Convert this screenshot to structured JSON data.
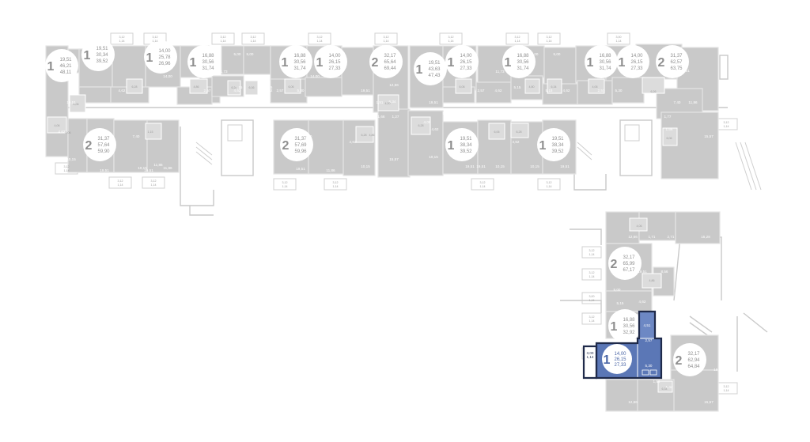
{
  "floor_plan": {
    "apartments": [
      {
        "id": "a01",
        "rooms": "1",
        "areas": [
          "19,51",
          "46,21",
          "48,11"
        ],
        "selected": false
      },
      {
        "id": "a02",
        "rooms": "1",
        "areas": [
          "19,51",
          "30,34",
          "39,52"
        ],
        "selected": false
      },
      {
        "id": "a03",
        "rooms": "1",
        "areas": [
          "14,00",
          "25,78",
          "26,96"
        ],
        "selected": false
      },
      {
        "id": "a04",
        "rooms": "1",
        "areas": [
          "16,88",
          "30,56",
          "31,74"
        ],
        "selected": false
      },
      {
        "id": "a05",
        "rooms": "1",
        "areas": [
          "16,88",
          "30,56",
          "31,74"
        ],
        "selected": false
      },
      {
        "id": "a06",
        "rooms": "1",
        "areas": [
          "14,00",
          "26,15",
          "27,33"
        ],
        "selected": false
      },
      {
        "id": "a07",
        "rooms": "2",
        "areas": [
          "32,17",
          "65,64",
          "69,44"
        ],
        "selected": false
      },
      {
        "id": "a08",
        "rooms": "2",
        "areas": [
          "31,37",
          "57,64",
          "59,90"
        ],
        "selected": false
      },
      {
        "id": "a09",
        "rooms": "2",
        "areas": [
          "31,37",
          "57,69",
          "59,96"
        ],
        "selected": false
      },
      {
        "id": "a10",
        "rooms": "1",
        "areas": [
          "19,51",
          "43,63",
          "47,43"
        ],
        "selected": false
      },
      {
        "id": "a11",
        "rooms": "1",
        "areas": [
          "14,00",
          "26,15",
          "27,33"
        ],
        "selected": false
      },
      {
        "id": "a12",
        "rooms": "1",
        "areas": [
          "16,88",
          "30,56",
          "31,74"
        ],
        "selected": false
      },
      {
        "id": "a13",
        "rooms": "1",
        "areas": [
          "16,88",
          "30,56",
          "31,74"
        ],
        "selected": false
      },
      {
        "id": "a14",
        "rooms": "1",
        "areas": [
          "14,00",
          "26,15",
          "27,33"
        ],
        "selected": false
      },
      {
        "id": "a15",
        "rooms": "2",
        "areas": [
          "31,37",
          "62,57",
          "63,75"
        ],
        "selected": false
      },
      {
        "id": "a16",
        "rooms": "1",
        "areas": [
          "19,51",
          "38,34",
          "39,52"
        ],
        "selected": false
      },
      {
        "id": "a17",
        "rooms": "1",
        "areas": [
          "19,51",
          "38,34",
          "39,52"
        ],
        "selected": false
      },
      {
        "id": "a18",
        "rooms": "2",
        "areas": [
          "32,17",
          "65,99",
          "67,17"
        ],
        "selected": false
      },
      {
        "id": "a19",
        "rooms": "1",
        "areas": [
          "16,88",
          "30,56",
          "32,92"
        ],
        "selected": false
      },
      {
        "id": "a20",
        "rooms": "1",
        "areas": [
          "14,00",
          "26,15",
          "27,33"
        ],
        "selected": true
      },
      {
        "id": "a21",
        "rooms": "2",
        "areas": [
          "32,17",
          "62,94",
          "64,84"
        ],
        "selected": false
      }
    ],
    "room_labels": [
      "19,51",
      "10,15",
      "4,62",
      "4,62",
      "19,51",
      "7,87",
      "4,62",
      "10,15",
      "19,51",
      "11,86",
      "11,86",
      "7,40",
      "14,00",
      "4,63",
      "2,57",
      "11,73",
      "5,15",
      "4,62",
      "5,00",
      "5,00",
      "5,15",
      "11,73",
      "2,57",
      "4,62",
      "14,00",
      "5,30",
      "19,51",
      "12,66",
      "1,51",
      "6,34",
      "1,66",
      "1,27",
      "15,57",
      "8,22",
      "4,62",
      "10,15",
      "7,40",
      "11,86",
      "19,51",
      "4,06",
      "19,51",
      "10,15",
      "4,62",
      "5,29",
      "14,00",
      "2,57",
      "11,73",
      "5,15",
      "4,62",
      "5,00",
      "5,00",
      "5,15",
      "4,62",
      "2,57",
      "11,73",
      "5,30",
      "14,00",
      "19,51",
      "7,40",
      "11,86",
      "1,77",
      "1,66",
      "15,57",
      "4,62",
      "10,15",
      "10,15",
      "19,51",
      "19,51",
      "12,66",
      "1,71",
      "2,71",
      "15,28",
      "8,56",
      "19,51",
      "5,15",
      "5,00",
      "4,62",
      "12,66",
      "1,51",
      "1,44",
      "15,57",
      "5,82",
      "19,51",
      "19,51"
    ],
    "wet_labels": [
      "4,06",
      "4,06",
      "6,28",
      "1,15",
      "4,86",
      "6,28",
      "6,06",
      "6,06",
      "6,28",
      "4,20",
      "6,28",
      "6,06",
      "6,06",
      "6,28",
      "4,80",
      "6,34",
      "4,06",
      "6,26",
      "6,06",
      "4,06",
      "4,86",
      "3,62",
      "6,34",
      "4,51",
      "4,06",
      "4,86"
    ],
    "balcony_labels": [
      "3,12",
      "1,14",
      "3,12",
      "1,14",
      "3,12",
      "1,14",
      "3,12",
      "1,14",
      "3,12",
      "1,14",
      "3,12",
      "1,14",
      "3,12",
      "1,14",
      "3,12",
      "1,14",
      "3,12",
      "1,14",
      "3,00",
      "1,14",
      "3,12",
      "1,14",
      "3,12",
      "1,14",
      "3,12",
      "1,14",
      "3,12",
      "1,14",
      "3,12",
      "1,14",
      "3,12",
      "1,14",
      "3,12",
      "1,14",
      "3,12",
      "1,14",
      "3,12",
      "1,14",
      "3,12",
      "1,14",
      "3,12",
      "1,14",
      "3,00",
      "1,14",
      "3,12",
      "1,14",
      "3,12",
      "1,14",
      "3,12",
      "1,14"
    ],
    "selected_apartment": {
      "rooms": "1",
      "areas": [
        "14,00",
        "26,15",
        "27,33"
      ],
      "room_labels": [
        "14,00",
        "5,30",
        "2,57"
      ],
      "wet_label": "4,51",
      "balcony_labels": [
        "3,00",
        "1,14"
      ]
    },
    "colors": {
      "room": "#c9c9c9",
      "selected": "#5b77b6",
      "selected_border": "#1f2a4a",
      "label": "#8f8f8f"
    }
  }
}
